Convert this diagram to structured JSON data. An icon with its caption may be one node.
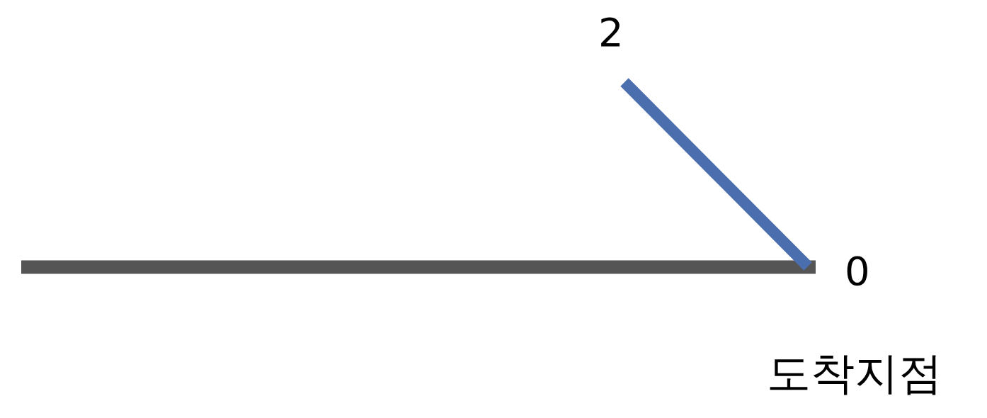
{
  "diagram": {
    "labels": [
      "2",
      "0",
      "도착지점"
    ]
  }
}
